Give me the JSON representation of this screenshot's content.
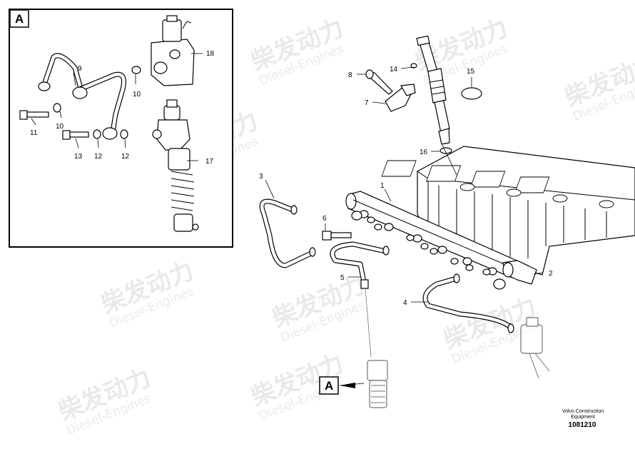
{
  "detail_box": {
    "letter": "A"
  },
  "callout": {
    "letter": "A"
  },
  "labels": {
    "l1": "1",
    "l2": "2",
    "l3": "3",
    "l4": "4",
    "l5": "5",
    "l6": "6",
    "l7": "7",
    "l8": "8",
    "l9": "9",
    "l10a": "10",
    "l10b": "10",
    "l11": "11",
    "l12a": "12",
    "l12b": "12",
    "l13": "13",
    "l14": "14",
    "l15": "15",
    "l16": "16",
    "l17": "17",
    "l18": "18"
  },
  "footer": {
    "manufacturer_line1": "Volvo Construction",
    "manufacturer_line2": "Equipment",
    "drawing_number": "1081210"
  },
  "watermark": {
    "cn": "柴发动力",
    "en": "Diesel-Engines"
  }
}
